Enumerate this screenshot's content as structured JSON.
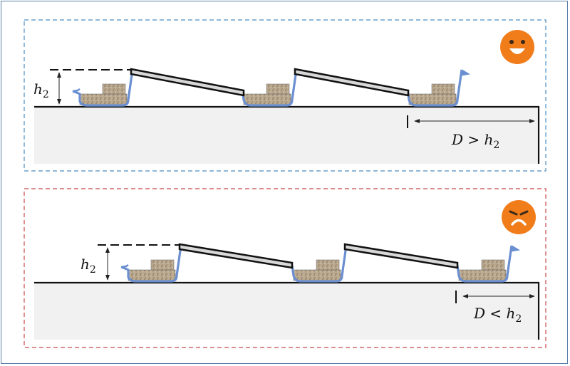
{
  "panels": [
    {
      "id": "good",
      "mood": "happy",
      "border_color": "#4a8ec4",
      "height_label": "h",
      "height_sub": "2",
      "distance_label": "D > h",
      "distance_sub": "2"
    },
    {
      "id": "bad",
      "mood": "angry",
      "border_color": "#c84a4a",
      "height_label": "h",
      "height_sub": "2",
      "distance_label": "D < h",
      "distance_sub": "2"
    }
  ],
  "colors": {
    "face": "#f07c1a",
    "tray": "#6b8fd0",
    "ground": "#f1f1f1",
    "soil": "#b8a68c"
  },
  "icons": {
    "happy": "happy-face-icon",
    "angry": "angry-face-icon"
  }
}
